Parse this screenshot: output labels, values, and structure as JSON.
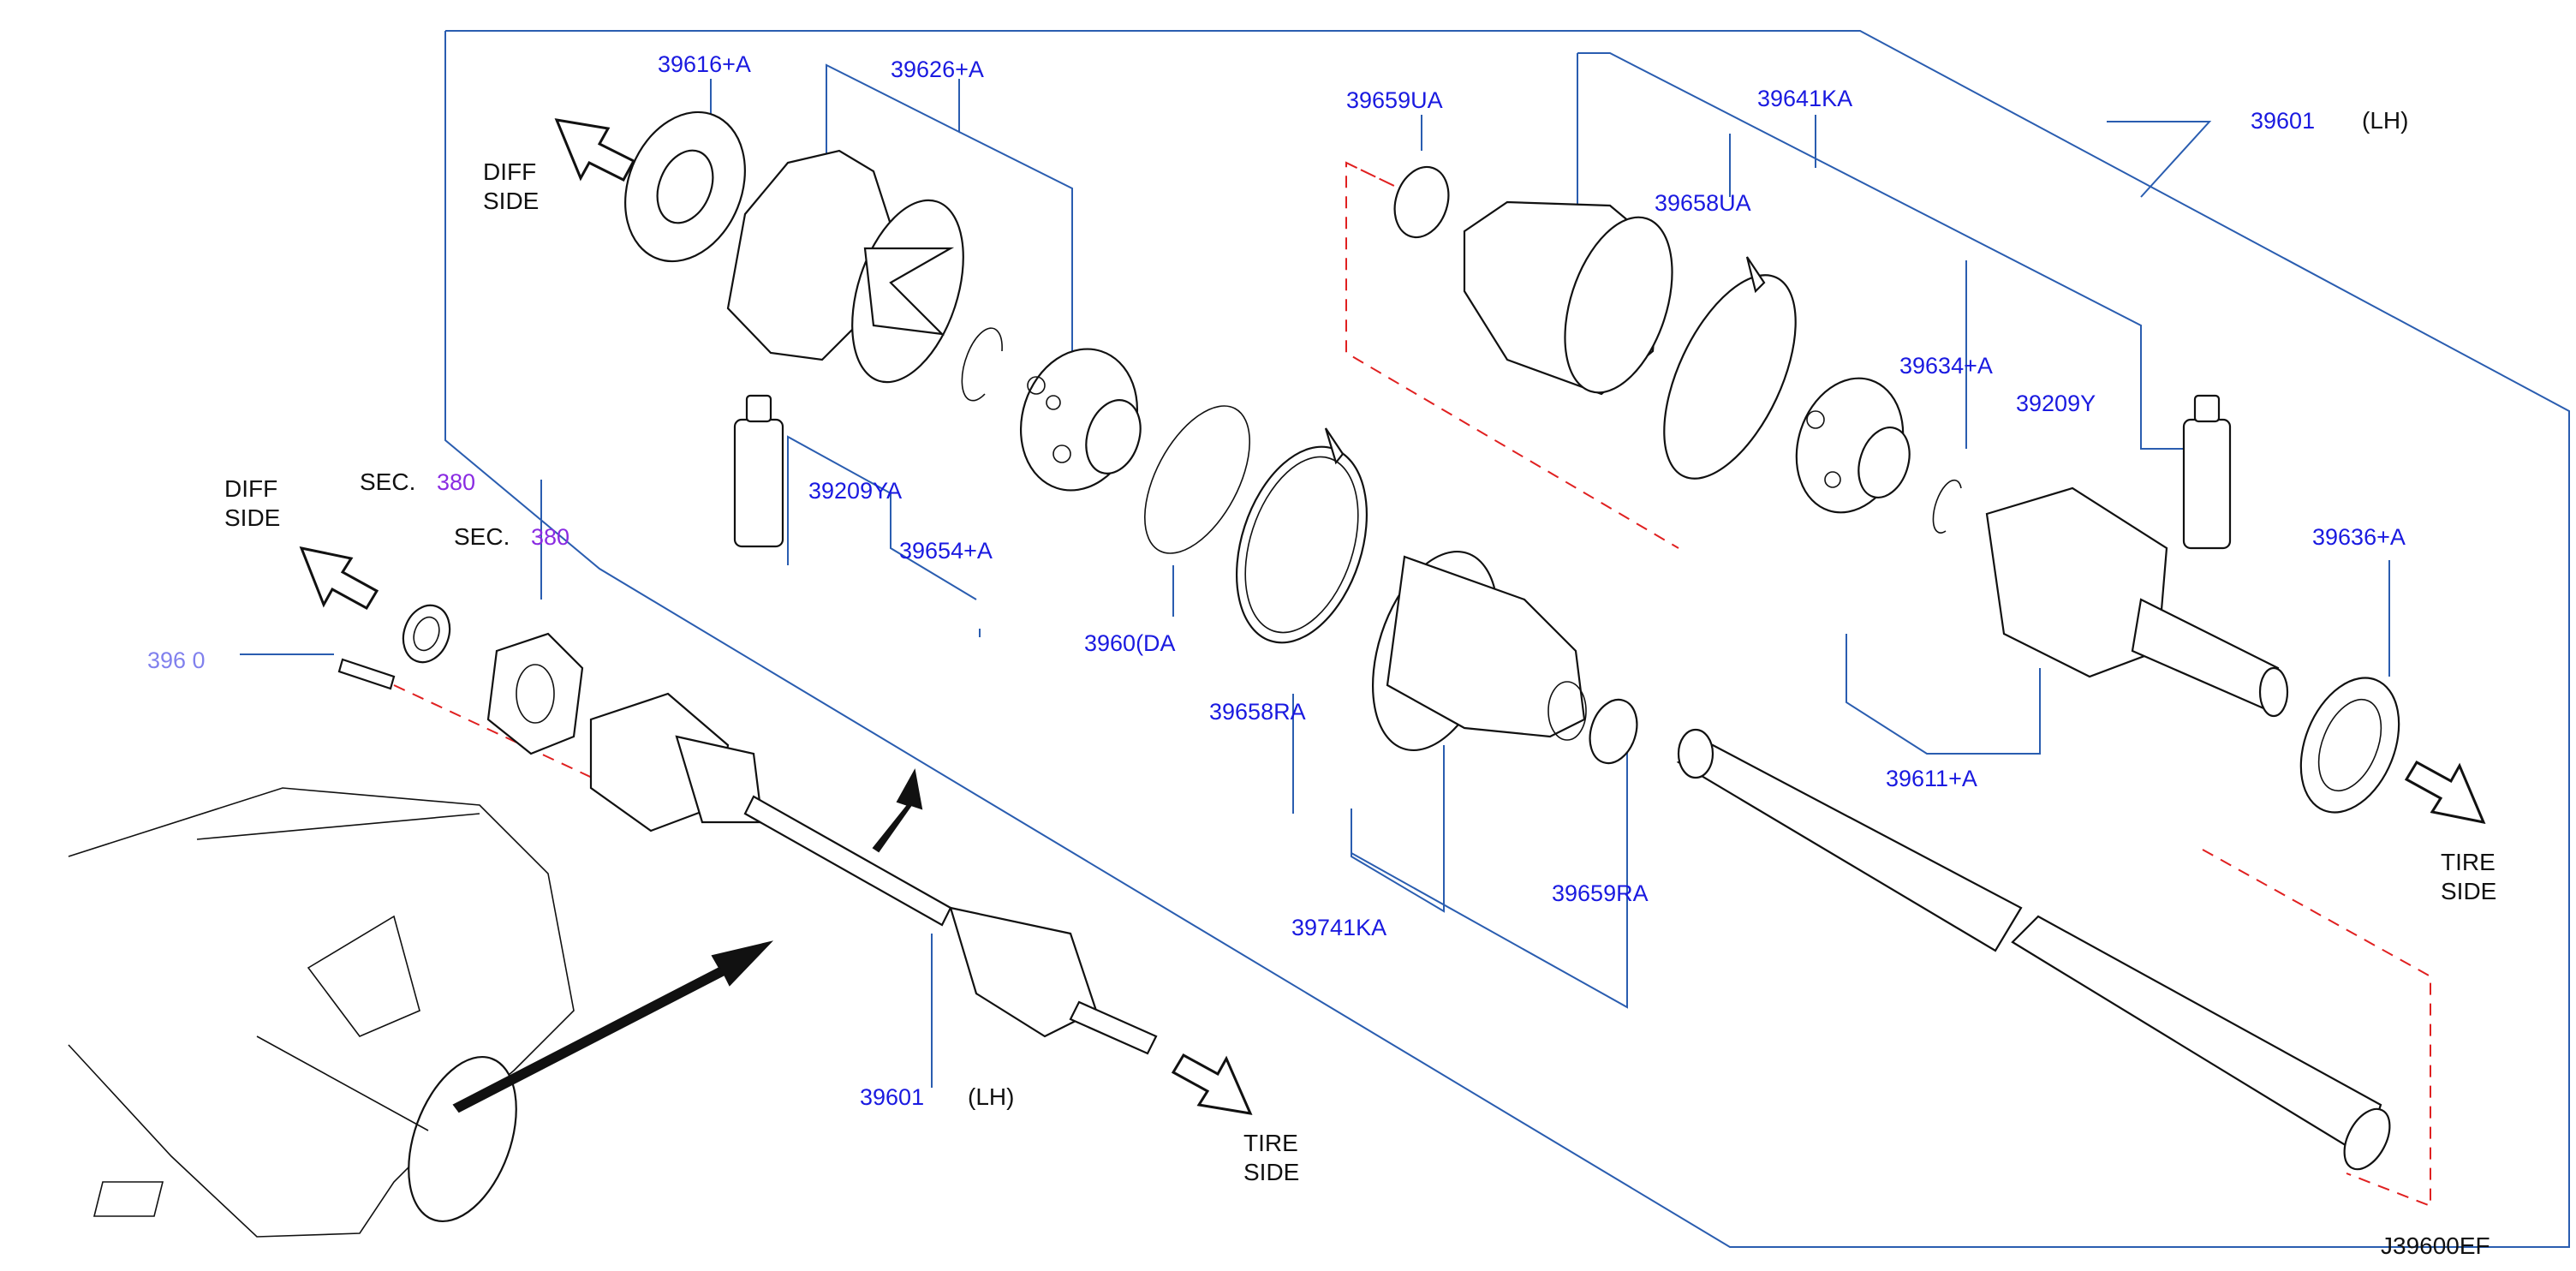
{
  "diagram": {
    "code": "J39600EF",
    "side_labels": {
      "diff_top": [
        "DIFF",
        "SIDE"
      ],
      "diff_left": [
        "DIFF",
        "SIDE"
      ],
      "tire_right": [
        "TIRE",
        "SIDE"
      ],
      "tire_bottom": [
        "TIRE",
        "SIDE"
      ]
    },
    "sec_refs": [
      {
        "prefix": "SEC.",
        "number": "380"
      },
      {
        "prefix": "SEC.",
        "number": "380"
      }
    ],
    "parts": {
      "p39616A": "39616+A",
      "p39626A": "39626+A",
      "p39659UA": "39659UA",
      "p39641KA": "39641KA",
      "p39601_top": "39601",
      "lh_top": "(LH)",
      "p39658UA": "39658UA",
      "p39634A": "39634+A",
      "p39209Y": "39209Y",
      "p39209YA": "39209YA",
      "p39654A": "39654+A",
      "p39636A": "39636+A",
      "p39600A_cut": "3960(DA",
      "p39658RA": "39658RA",
      "p39611A": "39611+A",
      "p39741KA": "39741KA",
      "p39659RA": "39659RA",
      "p39601_bottom": "39601",
      "lh_bottom": "(LH)",
      "p3960_left_cut": "396 0"
    },
    "icons": [
      "arrow-diff-side",
      "arrow-tire-side",
      "arrow-location"
    ]
  }
}
